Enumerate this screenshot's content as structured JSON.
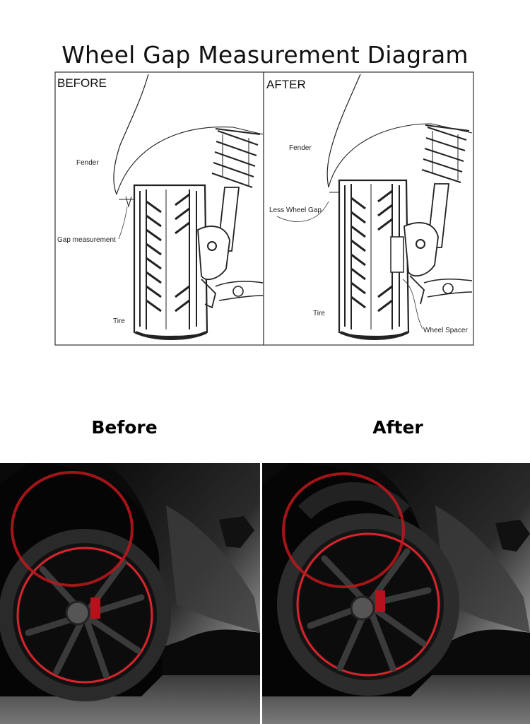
{
  "title": "Wheel Gap Measurement Diagram",
  "panels": {
    "before": {
      "heading": "BEFORE",
      "labels": {
        "fender": "Fender",
        "gap": "Gap measurement",
        "tire": "Tire"
      }
    },
    "after": {
      "heading": "AFTER",
      "labels": {
        "fender": "Fender",
        "gap": "Less Wheel Gap",
        "tire": "Tire",
        "spacer": "Wheel Spacer"
      }
    }
  },
  "photos": {
    "before_caption": "Before",
    "after_caption": "After",
    "highlight_color": "#c0181d",
    "rim_stripe_color": "#d8242c"
  }
}
